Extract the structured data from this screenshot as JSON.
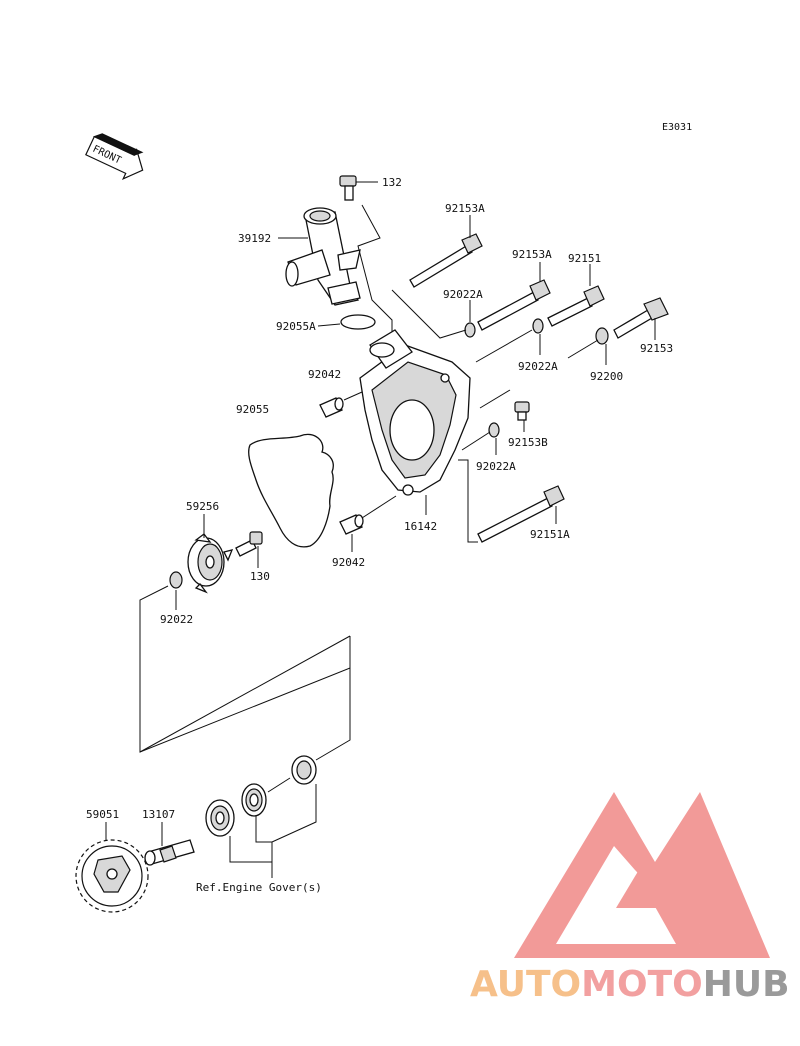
{
  "diagram": {
    "code": "E3031",
    "front_label": "FRONT",
    "reference_note": "Ref.Engine Gover(s)",
    "parts": [
      {
        "key": "p132",
        "number": "132"
      },
      {
        "key": "p39192",
        "number": "39192"
      },
      {
        "key": "p92153A_1",
        "number": "92153A"
      },
      {
        "key": "p92153A_2",
        "number": "92153A"
      },
      {
        "key": "p92151",
        "number": "92151"
      },
      {
        "key": "p92022A_1",
        "number": "92022A"
      },
      {
        "key": "p92055A",
        "number": "92055A"
      },
      {
        "key": "p92153",
        "number": "92153"
      },
      {
        "key": "p92022A_2",
        "number": "92022A"
      },
      {
        "key": "p92042_1",
        "number": "92042"
      },
      {
        "key": "p92200",
        "number": "92200"
      },
      {
        "key": "p92055",
        "number": "92055"
      },
      {
        "key": "p92153B",
        "number": "92153B"
      },
      {
        "key": "p92022A_3",
        "number": "92022A"
      },
      {
        "key": "p59256",
        "number": "59256"
      },
      {
        "key": "p16142",
        "number": "16142"
      },
      {
        "key": "p92151A",
        "number": "92151A"
      },
      {
        "key": "p92042_2",
        "number": "92042"
      },
      {
        "key": "p130",
        "number": "130"
      },
      {
        "key": "p92022",
        "number": "92022"
      },
      {
        "key": "p59051",
        "number": "59051"
      },
      {
        "key": "p13107",
        "number": "13107"
      }
    ]
  },
  "watermark": {
    "text_a": "AUTO",
    "text_b": "MOTO",
    "text_c": "HUB",
    "color_a": "#f6c08a",
    "color_b": "#f2a0a0",
    "color_c": "#9a9a9a",
    "logo_color": "#f29a98"
  }
}
